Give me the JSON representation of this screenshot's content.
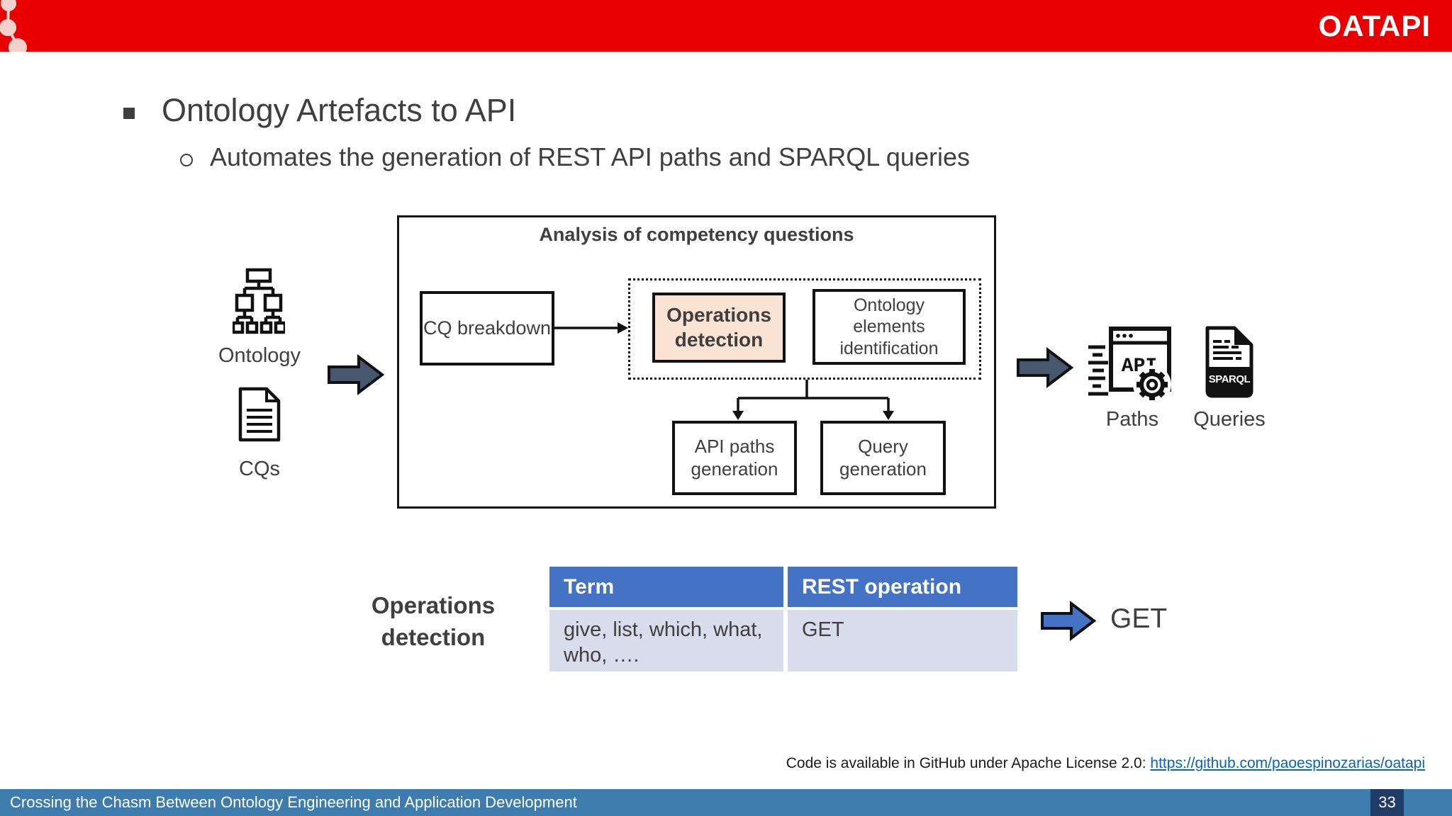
{
  "header": {
    "brand": "OATAPI"
  },
  "title": {
    "main": "Ontology Artefacts to API",
    "sub": "Automates the generation of REST API paths and SPARQL queries"
  },
  "diagram": {
    "container_title": "Analysis of competency questions",
    "inputs": {
      "ontology_label": "Ontology",
      "cqs_label": "CQs"
    },
    "boxes": {
      "cq_breakdown": "CQ breakdown",
      "operations_detection": "Operations detection",
      "ontology_elements_identification": "Ontology elements identification",
      "api_paths_generation": "API paths generation",
      "query_generation": "Query generation"
    },
    "outputs": {
      "paths_label": "Paths",
      "queries_label": "Queries",
      "api_icon_text": "API",
      "sparql_icon_text": "SPARQL"
    }
  },
  "operations_section": {
    "label": "Operations detection",
    "table": {
      "headers": [
        "Term",
        "REST operation"
      ],
      "rows": [
        [
          "give, list, which, what, who, ….",
          "GET"
        ]
      ]
    },
    "result": "GET"
  },
  "footnote": {
    "text": "Code is available in GitHub under Apache License 2.0: ",
    "link": "https://github.com/paoespinozarias/oatapi"
  },
  "footer": {
    "title": "Crossing the Chasm Between Ontology Engineering and Application Development",
    "page": "33"
  },
  "colors": {
    "header_red": "#E80000",
    "logo_pink": "#F3D1CC",
    "text_gray": "#3F3F3F",
    "highlight_peach": "#FBE3D4",
    "flow_arrow_slate": "#47586E",
    "table_header_blue": "#4472C4",
    "table_row_lavender": "#D9DCEB",
    "footer_blue": "#3D7CAD",
    "page_box_navy": "#1F3B66",
    "link_blue": "#0563C1"
  }
}
